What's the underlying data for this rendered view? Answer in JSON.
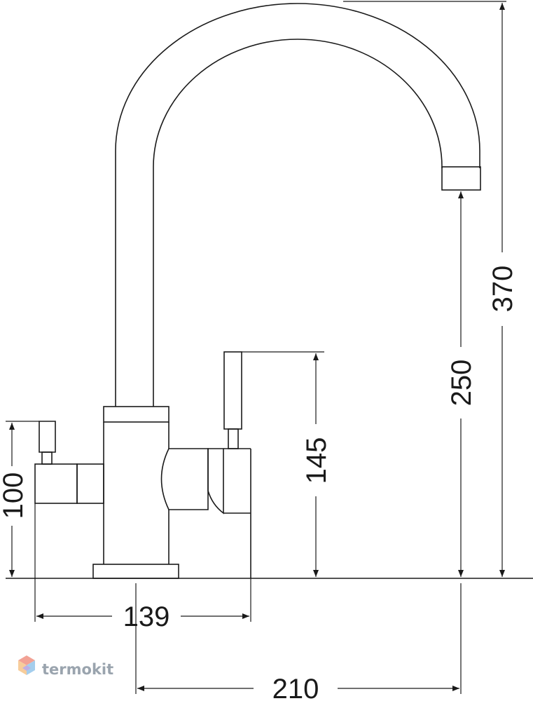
{
  "dimensions": {
    "total_height": "370",
    "spout_height": "250",
    "lever_height": "145",
    "body_height": "100",
    "body_width": "139",
    "reach": "210"
  },
  "watermark": {
    "text": "termokit",
    "colors": [
      "#e8573f",
      "#f2a64a",
      "#5ba7e0",
      "#8a6fd1"
    ]
  }
}
